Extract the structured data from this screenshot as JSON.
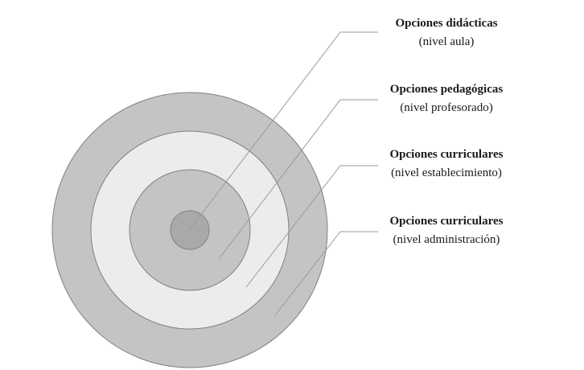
{
  "rings": [
    {
      "title": "Opciones didácticas",
      "subtitle": "(nivel aula)"
    },
    {
      "title": "Opciones pedagógicas",
      "subtitle": "(nivel profesorado)"
    },
    {
      "title": "Opciones curriculares",
      "subtitle": "(nivel establecimiento)"
    },
    {
      "title": "Opciones curriculares",
      "subtitle": "(nivel administración)"
    }
  ],
  "colors": {
    "outer_ring": "#c4c4c4",
    "second_ring": "#ececec",
    "third_ring": "#c4c4c4",
    "core": "#a9a9a9",
    "outline": "#808080",
    "leader_line": "#9a9a9a"
  }
}
